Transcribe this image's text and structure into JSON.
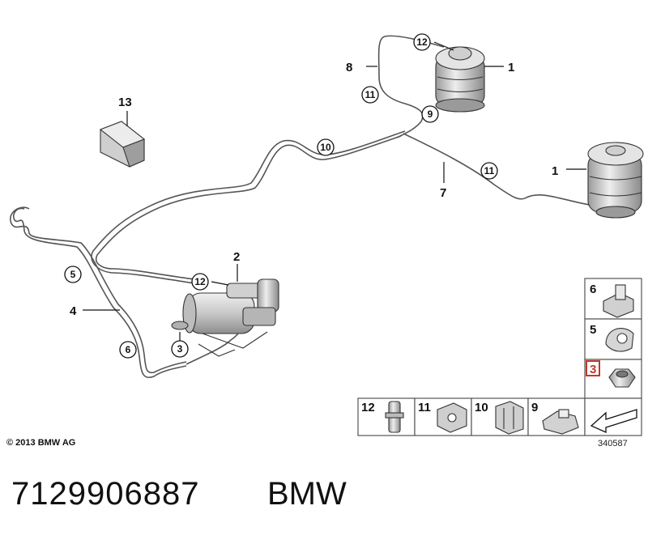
{
  "diagram": {
    "callouts": {
      "air_spring_top": "1",
      "air_spring_bottom": "1",
      "compressor": "2",
      "rubber_mount": "3",
      "line_left": "4",
      "clip_5": "5",
      "clip_6": "6",
      "line_7": "7",
      "line_8": "8",
      "connector_9": "9",
      "connector_10": "10",
      "connector_11_top": "11",
      "connector_11_mid": "11",
      "connector_12_top": "12",
      "connector_12_comp": "12",
      "control_unit": "13"
    },
    "detail_boxes": {
      "right_column": [
        "6",
        "5",
        "3"
      ],
      "bottom_row": [
        "12",
        "11",
        "10",
        "9"
      ]
    }
  },
  "footer": {
    "copyright": "© 2013 BMW AG",
    "drawing_number": "340587",
    "part_number": "7129906887",
    "brand": "BMW"
  },
  "colors": {
    "highlight": "#c0392b",
    "line": "#555555",
    "part_fill": "#d8d8d8"
  }
}
